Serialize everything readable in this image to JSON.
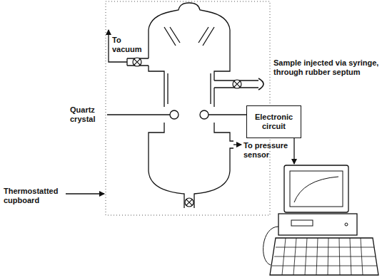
{
  "diagram": {
    "nodes": [
      {
        "text": [
          "Electronic circuit"
        ]
      }
    ],
    "labels": [
      "To vacuum",
      "Sample injected via syringe, through rubber septum",
      "Quartz crystal",
      "To pressure sensor",
      "Thermostatted cupboard"
    ]
  }
}
